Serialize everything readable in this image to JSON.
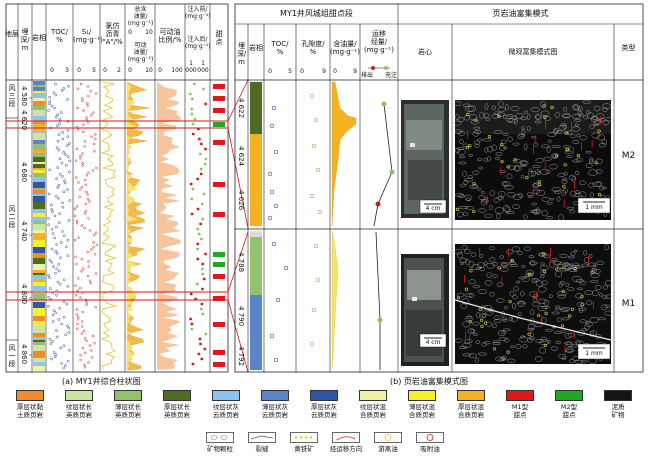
{
  "left_panel": {
    "headers": {
      "stratum": "地层",
      "depth": "埋深/\nm",
      "lithofacies": "岩相",
      "toc": "TOC/\n%",
      "toc_scale": [
        "0",
        "3"
      ],
      "s1": "S₁/\n(mg·g⁻¹)",
      "s1_scale": [
        "0",
        "5"
      ],
      "ncs": "氯仿\n沥青\n\"A\"/%",
      "ncs_scale": [
        "0",
        "2"
      ],
      "oil_total": "总含\n油量/\n(mg·g⁻¹)",
      "oil_total_scale": [
        "0",
        "10"
      ],
      "oil_movable": "可动\n油量/\n(mg·g⁻¹)",
      "oil_movable_scale": [
        "0",
        "10"
      ],
      "mov_ratio": "可动油\n比例/%",
      "mov_ratio_scale": [
        "0",
        "100"
      ],
      "inj": "注入前/\n(mg·g⁻¹)",
      "inj_scale": [
        "1 000",
        "1 000"
      ],
      "inj2": "注入后/\n(mg·g⁻¹)",
      "sweet": "甜\n点"
    },
    "strata": [
      "风\n三\n段",
      "风\n二\n段",
      "风\n一\n段"
    ],
    "depths": [
      "4 580",
      "4 620",
      "4 680",
      "4 740",
      "4 800",
      "4 860"
    ],
    "caption": "(a) MY1井综合柱状图"
  },
  "right_panel": {
    "title": "MY1井风城组甜点段",
    "model_title": "页岩油富集模式",
    "headers": {
      "depth": "埋深/\nm",
      "lithofacies": "岩相",
      "toc": "TOC/\n%",
      "toc_scale": [
        "0",
        "5"
      ],
      "porosity": "孔隙度/\n%",
      "porosity_scale": [
        "0",
        "9"
      ],
      "oil": "含油量/\n(mg·g⁻¹)",
      "oil_scale": [
        "0",
        "9"
      ],
      "migration": "运移\n烃量/\n(mg·g⁻¹)",
      "migration_ends": [
        "排出",
        "充注"
      ],
      "core": "岩心",
      "micro": "微观富集模式图",
      "type": "类型"
    },
    "depths_upper": [
      "4 622",
      "4 624",
      "4 626"
    ],
    "depths_lower": [
      "4 788",
      "4 790",
      "4 792"
    ],
    "types": [
      "M2",
      "M1"
    ],
    "scale_core": "4 cm",
    "scale_micro": "1 mm",
    "caption": "(b) 页岩油富集模式图"
  },
  "legend": {
    "row1": [
      {
        "label": "厚层状黏\n土质页岩",
        "color": "#f08a2a"
      },
      {
        "label": "纹层状长\n英质页岩",
        "color": "#cfe3a7"
      },
      {
        "label": "薄层状长\n英质页岩",
        "color": "#94c16d"
      },
      {
        "label": "厚层状长\n英质页岩",
        "color": "#4f6a22"
      },
      {
        "label": "纹层状灰\n云质页岩",
        "color": "#8ec2ef"
      },
      {
        "label": "薄层状灰\n云质页岩",
        "color": "#5b83c9"
      },
      {
        "label": "厚层状灰\n云质页岩",
        "color": "#2f56a8"
      },
      {
        "label": "纹层状混\n合质页岩",
        "color": "#eef3a8"
      },
      {
        "label": "薄层状混\n合质页岩",
        "color": "#f6f12a"
      },
      {
        "label": "厚层状混\n合质页岩",
        "color": "#f4b223"
      },
      {
        "label": "M1型\n甜点",
        "color": "#e01818"
      },
      {
        "label": "M2型\n甜点",
        "color": "#21a821"
      },
      {
        "label": "泥质\n矿物",
        "color": "#141414"
      }
    ],
    "row2": [
      "矿物颗粒",
      "裂缝",
      "黄铁矿",
      "烃运移方向",
      "游离油",
      "吸附油"
    ]
  }
}
